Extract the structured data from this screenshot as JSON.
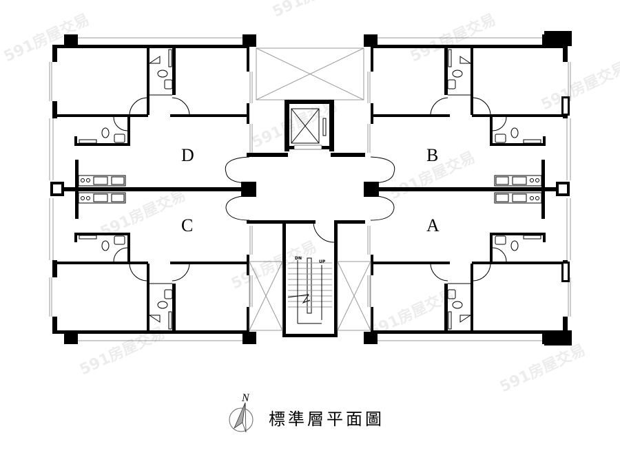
{
  "plan": {
    "title": "標準層平面圖",
    "north_label": "N",
    "units": [
      "D",
      "B",
      "C",
      "A"
    ],
    "stair_down": "DN",
    "stair_up": "UP",
    "watermark": "591房屋交易"
  },
  "colors": {
    "wall": "#000000",
    "background": "#ffffff",
    "compass_fill": "#aaaaaa"
  }
}
